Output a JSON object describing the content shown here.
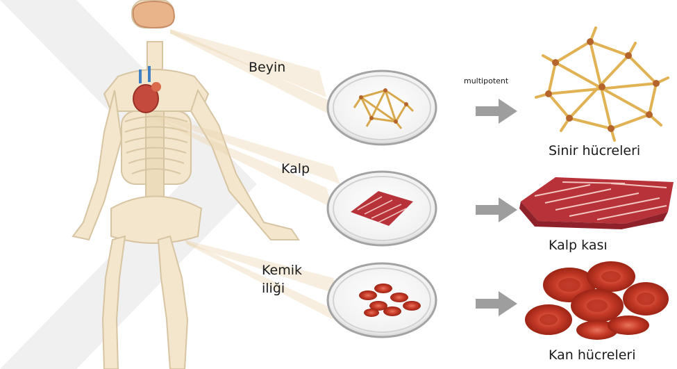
{
  "organs": {
    "brain": "Beyin",
    "heart": "Kalp",
    "marrow_line1": "Kemik",
    "marrow_line2": "iliği"
  },
  "potency_label": "multipotent",
  "results": {
    "nerve": "Sinir hücreleri",
    "muscle": "Kalp kası",
    "blood": "Kan hücreleri"
  },
  "colors": {
    "skeleton": "#f3e6cc",
    "brain": "#e9b48a",
    "heart": "#c44a3e",
    "nerve": "#e0b253",
    "muscle": "#b8323a",
    "blood": "#cc3b27",
    "arrow": "#9e9e9e"
  }
}
